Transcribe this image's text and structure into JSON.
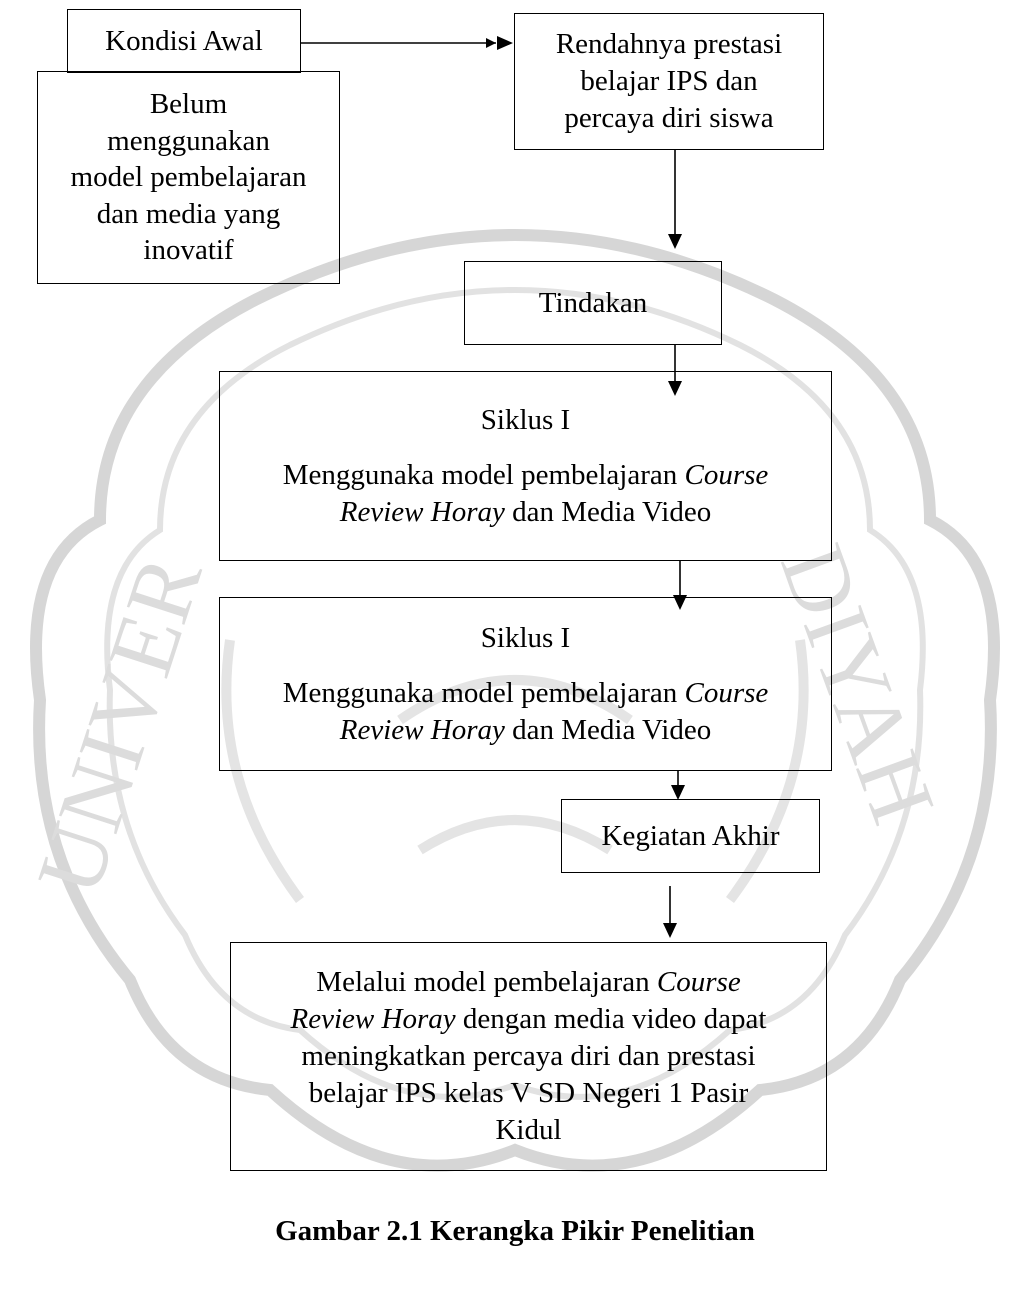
{
  "nodes": {
    "kondisi_awal": "Kondisi Awal",
    "belum": [
      "Belum",
      "menggunakan",
      "model pembelajaran",
      "dan media yang",
      "inovatif"
    ],
    "rendahnya": [
      "Rendahnya prestasi",
      "belajar IPS dan",
      "percaya diri siswa"
    ],
    "tindakan": "Tindakan",
    "siklus1": {
      "title": "Siklus I",
      "line1_a": "Menggunaka model pembelajaran ",
      "line1_em": "Course",
      "line2_em": "Review Horay",
      "line2_b": " dan Media Video"
    },
    "siklus2": {
      "title": "Siklus I",
      "line1_a": "Menggunaka model pembelajaran ",
      "line1_em": "Course",
      "line2_em": "Review Horay",
      "line2_b": " dan Media Video"
    },
    "kegiatan_akhir": "Kegiatan Akhir",
    "melalui": {
      "line1_a": "Melalui model pembelajaran ",
      "line1_em": "Course",
      "line2_em": "Review Horay",
      "line2_b": " dengan media video dapat",
      "line3": "meningkatkan percaya diri dan prestasi",
      "line4": "belajar IPS kelas V SD Negeri 1 Pasir",
      "line5": "Kidul"
    }
  },
  "caption": "Gambar 2.1 Kerangka Pikir Penelitian",
  "colors": {
    "line": "#000000",
    "watermark": "#d9d9d9"
  }
}
